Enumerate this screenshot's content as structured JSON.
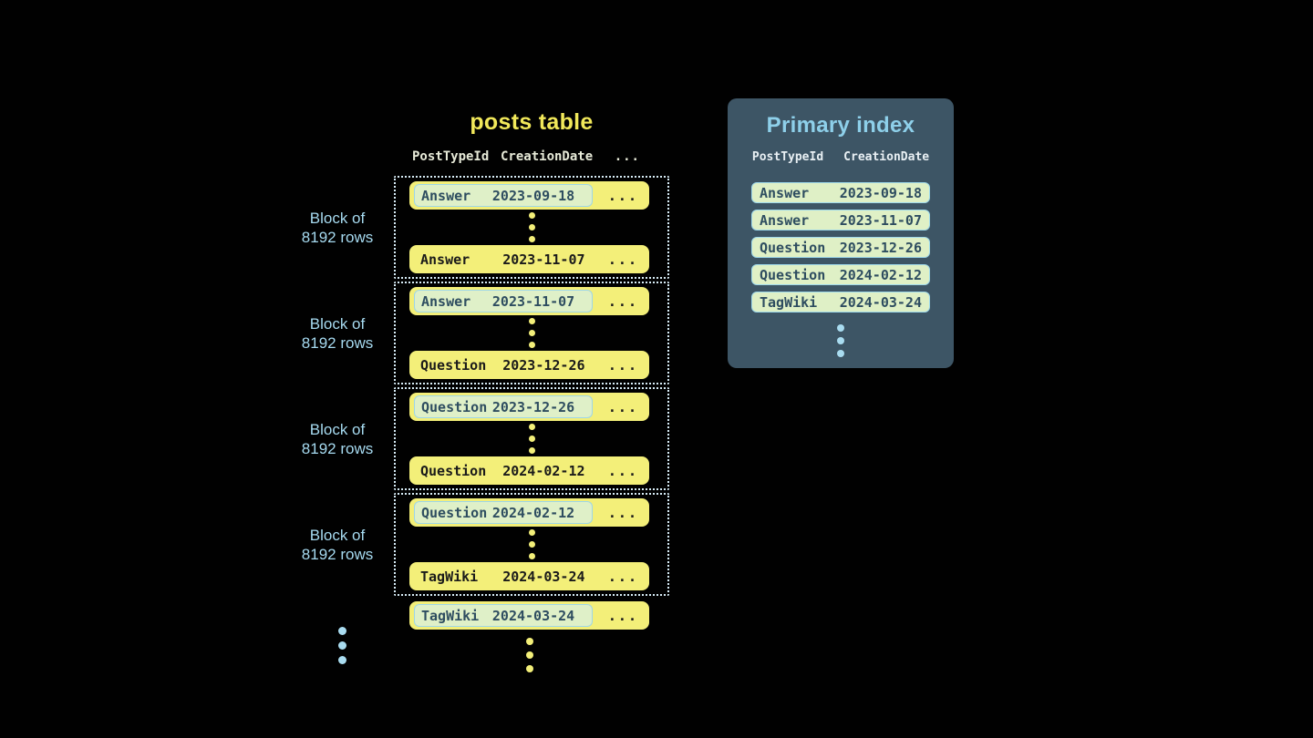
{
  "posts_table": {
    "title": "posts table",
    "headers": {
      "col1": "PostTypeId",
      "col2": "CreationDate",
      "col3": "..."
    },
    "block_label": {
      "line1": "Block of",
      "line2": "8192 rows"
    },
    "ellipsis": "...",
    "blocks": [
      {
        "first": {
          "type": "Answer",
          "date": "2023-09-18"
        },
        "last": {
          "type": "Answer",
          "date": "2023-11-07"
        }
      },
      {
        "first": {
          "type": "Answer",
          "date": "2023-11-07"
        },
        "last": {
          "type": "Question",
          "date": "2023-12-26"
        }
      },
      {
        "first": {
          "type": "Question",
          "date": "2023-12-26"
        },
        "last": {
          "type": "Question",
          "date": "2024-02-12"
        }
      },
      {
        "first": {
          "type": "Question",
          "date": "2024-02-12"
        },
        "last": {
          "type": "TagWiki",
          "date": "2024-03-24"
        }
      }
    ],
    "overflow_row": {
      "type": "TagWiki",
      "date": "2024-03-24"
    }
  },
  "primary_index": {
    "title": "Primary index",
    "headers": {
      "col1": "PostTypeId",
      "col2": "CreationDate"
    },
    "rows": [
      {
        "type": "Answer",
        "date": "2023-09-18"
      },
      {
        "type": "Answer",
        "date": "2023-11-07"
      },
      {
        "type": "Question",
        "date": "2023-12-26"
      },
      {
        "type": "Question",
        "date": "2024-02-12"
      },
      {
        "type": "TagWiki",
        "date": "2024-03-24"
      }
    ]
  },
  "colors": {
    "background": "#010101",
    "row_yellow": "#f3ef79",
    "title_yellow": "#f1e85a",
    "highlight_pill_bg": "#dff0c8",
    "highlight_pill_border": "#9ed6e8",
    "highlight_text": "#2e4d60",
    "block_border_dotted": "#d7ecf6",
    "label_blue": "#a6daf0",
    "panel_bg": "#3d5565",
    "panel_title_blue": "#8ed0ea",
    "dot_blue": "#a9dcf0"
  }
}
